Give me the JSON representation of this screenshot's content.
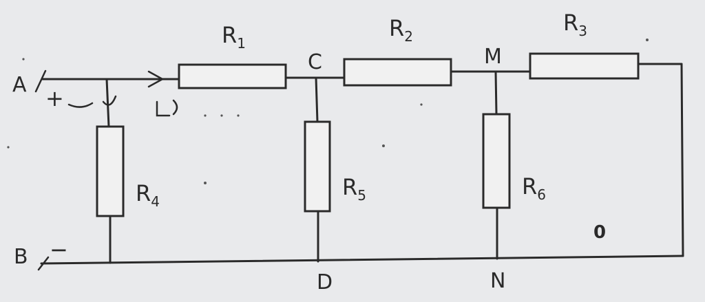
{
  "nodes": {
    "a": "A",
    "b": "B",
    "c": "C",
    "d": "D",
    "m": "M",
    "n": "N"
  },
  "resistors": [
    {
      "id": "r1",
      "letter": "R",
      "sub": "1"
    },
    {
      "id": "r2",
      "letter": "R",
      "sub": "2"
    },
    {
      "id": "r3",
      "letter": "R",
      "sub": "3"
    },
    {
      "id": "r4",
      "letter": "R",
      "sub": "4"
    },
    {
      "id": "r5",
      "letter": "R",
      "sub": "5"
    },
    {
      "id": "r6",
      "letter": "R",
      "sub": "6"
    }
  ],
  "annotations": {
    "plus": "+",
    "minus": "−",
    "zero": "0"
  }
}
